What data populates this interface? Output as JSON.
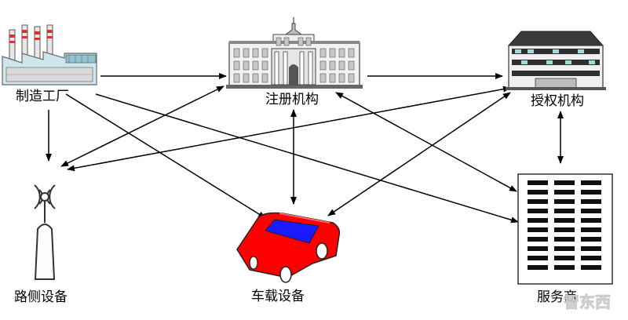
{
  "nodes": {
    "factory": {
      "label": "制造工厂",
      "icon": "factory-icon"
    },
    "registry": {
      "label": "注册机构",
      "icon": "government-building-icon"
    },
    "authority": {
      "label": "授权机构",
      "icon": "office-building-icon"
    },
    "roadside": {
      "label": "路侧设备",
      "icon": "antenna-tower-icon"
    },
    "vehicle": {
      "label": "车载设备",
      "icon": "car-icon"
    },
    "server": {
      "label": "服务商",
      "icon": "server-building-icon"
    }
  },
  "edges": [
    {
      "from": "factory",
      "to": "registry",
      "direction": "forward"
    },
    {
      "from": "factory",
      "to": "roadside",
      "direction": "forward"
    },
    {
      "from": "factory",
      "to": "vehicle",
      "direction": "forward"
    },
    {
      "from": "factory",
      "to": "server",
      "direction": "forward"
    },
    {
      "from": "registry",
      "to": "authority",
      "direction": "forward"
    },
    {
      "from": "registry",
      "to": "roadside",
      "direction": "both"
    },
    {
      "from": "registry",
      "to": "vehicle",
      "direction": "both"
    },
    {
      "from": "registry",
      "to": "server",
      "direction": "both"
    },
    {
      "from": "authority",
      "to": "roadside",
      "direction": "both"
    },
    {
      "from": "authority",
      "to": "vehicle",
      "direction": "both"
    },
    {
      "from": "authority",
      "to": "server",
      "direction": "both"
    }
  ],
  "watermark": "智东西",
  "colors": {
    "car_body": "#ff0000",
    "car_window": "#1a1aff",
    "arrow": "#000000"
  }
}
